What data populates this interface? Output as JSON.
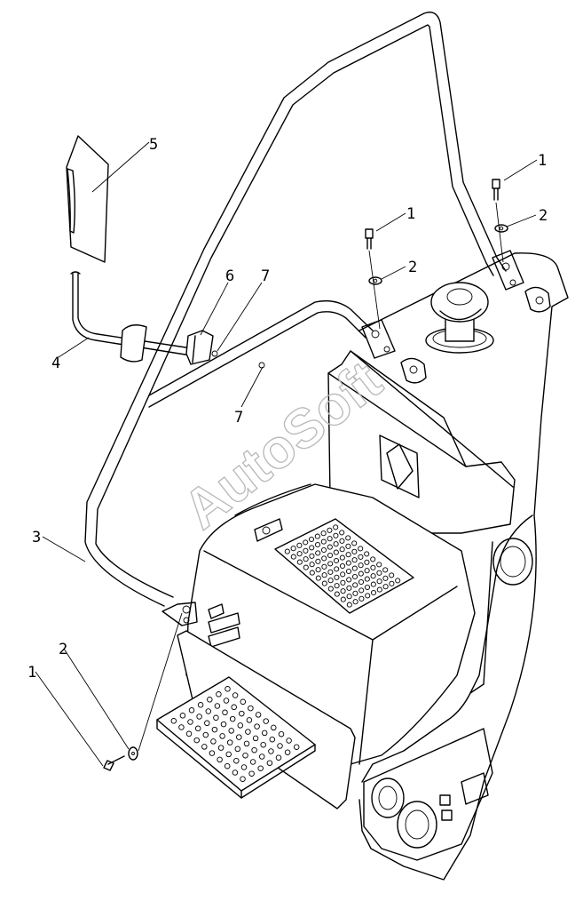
{
  "watermark": "AutoSoft",
  "callouts": {
    "c1a": "1",
    "c2a": "2",
    "c1b": "1",
    "c2b": "2",
    "c5": "5",
    "c6": "6",
    "c7a": "7",
    "c7b": "7",
    "c3": "3",
    "c4": "4",
    "c2c": "2",
    "c1c": "1"
  }
}
